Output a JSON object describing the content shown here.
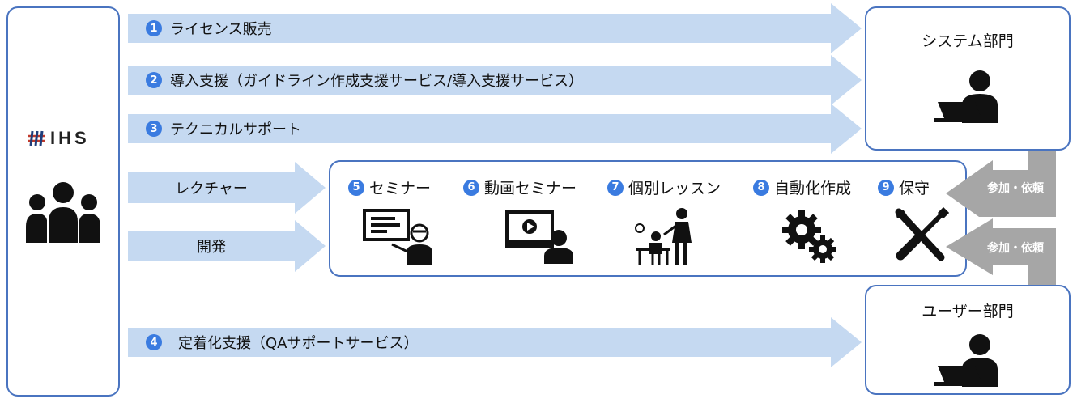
{
  "org": {
    "name": "IHS"
  },
  "flows": [
    {
      "num": "1",
      "label": "ライセンス販売"
    },
    {
      "num": "2",
      "label": "導入支援（ガイドライン作成支援サービス/導入支援サービス）"
    },
    {
      "num": "3",
      "label": "テクニカルサポート"
    },
    {
      "num": "4",
      "label": "定着化支援（QAサポートサービス）"
    }
  ],
  "inputs": [
    {
      "label": "レクチャー"
    },
    {
      "label": "開発"
    }
  ],
  "services": [
    {
      "num": "5",
      "label": "セミナー",
      "icon": "presentation-icon"
    },
    {
      "num": "6",
      "label": "動画セミナー",
      "icon": "video-lesson-icon"
    },
    {
      "num": "7",
      "label": "個別レッスン",
      "icon": "tutoring-icon"
    },
    {
      "num": "8",
      "label": "自動化作成",
      "icon": "gears-icon"
    },
    {
      "num": "9",
      "label": "保守",
      "icon": "tools-icon"
    }
  ],
  "departments": {
    "system": "システム部門",
    "user": "ユーザー部門"
  },
  "participation_label": "参加・依頼",
  "colors": {
    "arrow": "#c5d9f1",
    "border": "#4a74c0",
    "badge": "#3a7be0",
    "side_arrow": "#a6a6a6"
  }
}
